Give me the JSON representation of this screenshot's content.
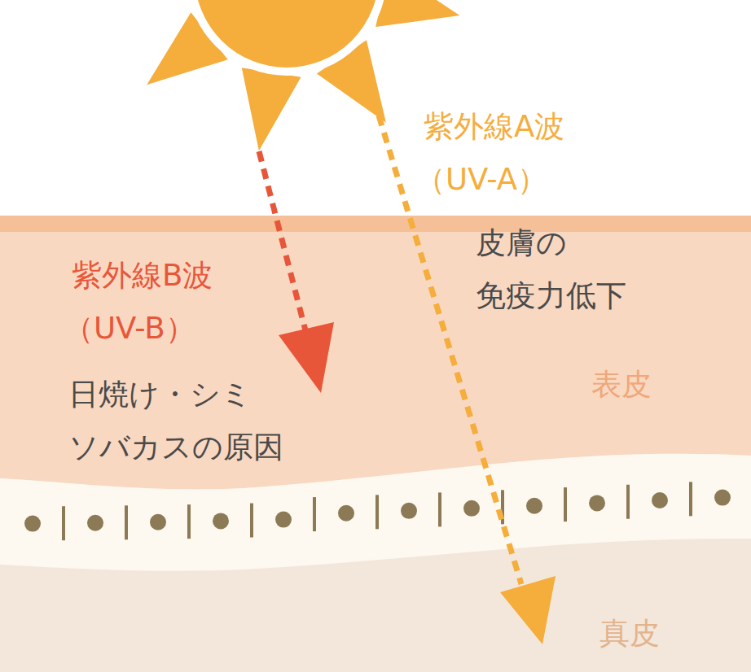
{
  "diagram": {
    "nodes": [
      {
        "text": [
          "表皮"
        ]
      },
      {
        "text": [
          "真皮"
        ]
      }
    ],
    "labels": [
      "紫外線A波",
      "（UV-A）",
      "皮膚の 免疫力低下",
      "紫外線B波",
      "（UV-B）",
      "日焼け・シミ ソバカスの原因"
    ]
  }
}
